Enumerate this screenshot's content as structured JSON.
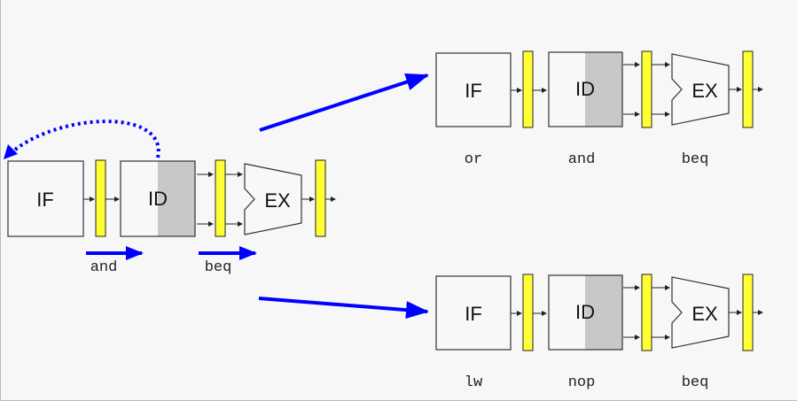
{
  "colors": {
    "background": "#f7f7f7",
    "pipeline_register": "#ffff33",
    "id_shade": "#c8c8c8",
    "arrow": "#0000ff",
    "outline": "#333333"
  },
  "stages": {
    "fetch": "IF",
    "decode": "ID",
    "execute": "EX"
  },
  "current": {
    "instructions": [
      "and",
      "beq"
    ]
  },
  "taken_path": {
    "instructions": [
      "or",
      "and",
      "beq"
    ]
  },
  "not_taken_path": {
    "instructions": [
      "lw",
      "nop",
      "beq"
    ]
  }
}
